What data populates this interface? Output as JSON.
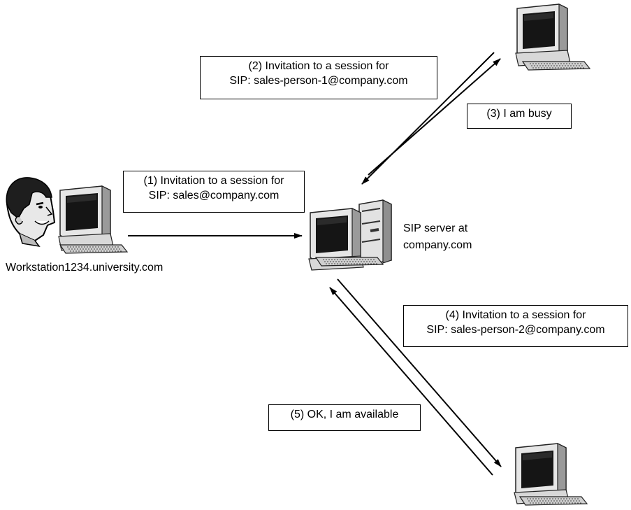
{
  "workstation": {
    "label": "Workstation1234.university.com"
  },
  "server": {
    "line1": "SIP server at",
    "line2": "company.com"
  },
  "messages": {
    "m1": {
      "line1": "(1) Invitation to a session for",
      "line2": "SIP: sales@company.com"
    },
    "m2": {
      "line1": "(2) Invitation to a session for",
      "line2": "SIP: sales-person-1@company.com"
    },
    "m3": {
      "line1": "(3)  I am busy"
    },
    "m4": {
      "line1": "(4) Invitation to a session for",
      "line2": "SIP: sales-person-2@company.com"
    },
    "m5": {
      "line1": "(5)  OK, I am available"
    }
  }
}
